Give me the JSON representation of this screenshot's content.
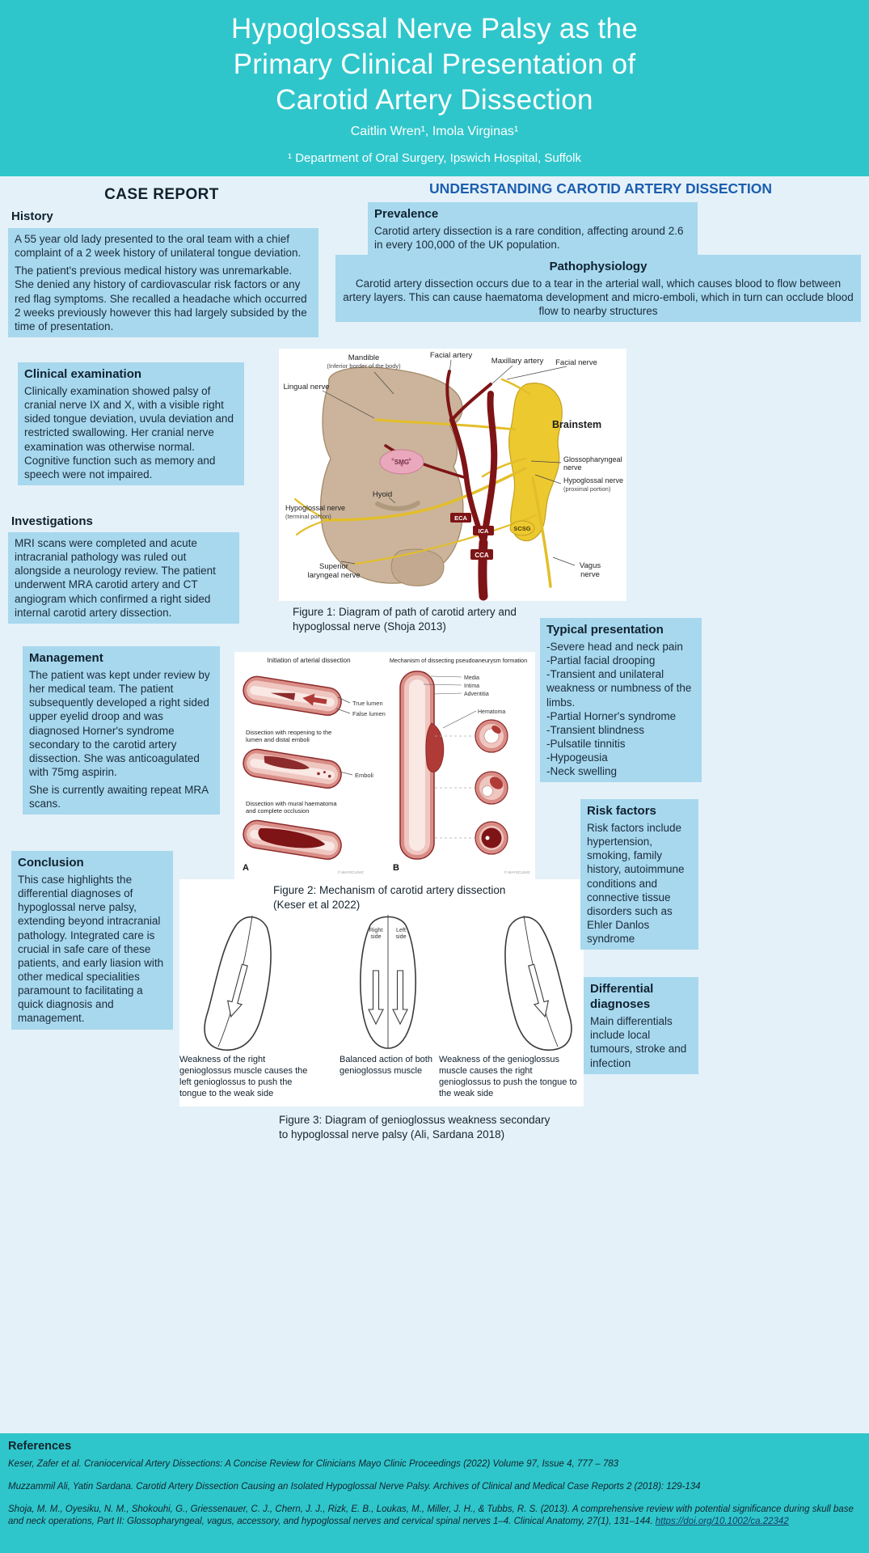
{
  "header": {
    "title_lines": [
      "Hypoglossal Nerve Palsy as the",
      "Primary Clinical Presentation of",
      "Carotid Artery Dissection"
    ],
    "authors": "Caitlin Wren¹, Imola Virginas¹",
    "affiliation": "¹ Department of Oral Surgery, Ipswich Hospital, Suffolk"
  },
  "left": {
    "section_title": "CASE REPORT",
    "history": {
      "heading": "History",
      "para1": "A 55 year old lady presented to the oral team with a chief complaint of a 2 week history of unilateral tongue deviation.",
      "para2": "The patient's previous medical history was unremarkable. She denied any history of cardiovascular risk factors or any red flag symptoms. She recalled a headache which occurred 2 weeks previously however this had largely subsided by the time of presentation."
    },
    "clinical": {
      "heading": "Clinical examination",
      "body": "Clinically examination showed palsy of cranial nerve IX and X, with a visible right sided tongue deviation, uvula deviation and restricted swallowing. Her cranial nerve examination was otherwise normal. Cognitive function such as memory and speech were not impaired."
    },
    "investigations": {
      "heading": "Investigations",
      "body": "MRI scans were completed and acute intracranial pathology was ruled out alongside a neurology review. The patient underwent MRA carotid artery and CT angiogram which confirmed a right sided internal carotid artery dissection."
    },
    "management": {
      "heading": "Management",
      "para1": "The patient was kept under review by her medical team. The patient subsequently developed a right sided upper eyelid droop and was diagnosed Horner's syndrome secondary to the carotid artery dissection. She was anticoagulated with 75mg aspirin.",
      "para2": "She is currently awaiting repeat MRA scans."
    },
    "conclusion": {
      "heading": "Conclusion",
      "body": "This case highlights the differential diagnoses of hypoglossal nerve palsy, extending beyond intracranial pathology. Integrated care is crucial in safe care of these patients, and early liasion with other medical specialities paramount to facilitating a quick diagnosis and management."
    }
  },
  "right": {
    "section_title": "UNDERSTANDING CAROTID ARTERY DISSECTION",
    "prevalence": {
      "heading": "Prevalence",
      "body": "Carotid artery dissection is a rare condition, affecting around 2.6 in every 100,000 of the UK population."
    },
    "pathophysiology": {
      "heading": "Pathophysiology",
      "body": "Carotid artery dissection occurs due to a tear in the arterial wall, which causes blood to flow between artery layers. This can cause haematoma development and micro-emboli, which in turn can occlude blood flow to nearby structures"
    },
    "typical": {
      "heading": "Typical presentation",
      "items": [
        "-Severe head and neck pain",
        "-Partial facial drooping",
        "-Transient and unilateral weakness or numbness of the limbs.",
        "-Partial Horner's syndrome",
        "-Transient blindness",
        "-Pulsatile tinnitis",
        "-Hypogeusia",
        "-Neck swelling"
      ]
    },
    "risk": {
      "heading": "Risk factors",
      "body": "Risk factors include hypertension, smoking, family history, autoimmune conditions and connective tissue disorders such as Ehler Danlos syndrome"
    },
    "differential": {
      "heading": "Differential diagnoses",
      "body": "Main differentials include local tumours, stroke and infection"
    }
  },
  "fig1": {
    "caption": "Figure 1: Diagram of path of carotid artery and hypoglossal nerve (Shoja 2013)",
    "labels": {
      "mandible": "Mandible",
      "mandible_sub": "(Inferior border of the body)",
      "facial_artery": "Facial artery",
      "maxillary_artery": "Maxillary artery",
      "facial_nerve": "Facial nerve",
      "lingual_nerve": "Lingual nerve",
      "brainstem": "Brainstem",
      "smg": "SMG",
      "glossopharyngeal_1": "Glossopharyngeal",
      "glossopharyngeal_2": "nerve",
      "hypoglossal_prox_1": "Hypoglossal nerve",
      "hypoglossal_prox_2": "(proximal portion)",
      "hyoid": "Hyoid",
      "eca": "ECA",
      "ica": "ICA",
      "scsg": "SCSG",
      "cca": "CCA",
      "hypoglossal_term_1": "Hypoglossal nerve",
      "hypoglossal_term_2": "(terminal portion)",
      "superior_laryngeal_1": "Superior",
      "superior_laryngeal_2": "laryngeal nerve",
      "vagus_1": "Vagus",
      "vagus_2": "nerve"
    }
  },
  "fig2": {
    "caption": "Figure 2: Mechanism of carotid artery dissection (Keser et al 2022)",
    "labels": {
      "left_title": "Initiation of arterial dissection",
      "right_title": "Mechanism of dissecting pseudoaneurysm formation",
      "true_lumen": "True lumen",
      "false_lumen": "False lumen",
      "reopening_1": "Dissection with reopening to the",
      "reopening_2": "lumen and distal emboli",
      "emboli": "Emboli",
      "mural_1": "Dissection with mural haematoma",
      "mural_2": "and complete occlusion",
      "media": "Media",
      "intima": "Intima",
      "adventitia": "Adventitia",
      "hematoma": "Hematoma",
      "panel_a": "A",
      "panel_b": "B",
      "credit": "© MAYOCLINIC"
    }
  },
  "fig3": {
    "caption": "Figure 3: Diagram of genioglossus weakness secondary to hypoglossal nerve palsy (Ali, Sardana 2018)",
    "right_side_1": "Right",
    "right_side_2": "side",
    "left_side_1": "Left",
    "left_side_2": "side",
    "caption1": "Weakness of the right genioglossus muscle causes the left genioglossus to push the tongue to the weak side",
    "caption2": "Balanced action of both genioglossus muscle",
    "caption3": "Weakness of the genioglossus muscle causes the right genioglossus to push the tongue to the weak side"
  },
  "references": {
    "heading": "References",
    "ref1": "Keser, Zafer et al. Craniocervical Artery Dissections: A Concise Review for Clinicians Mayo Clinic Proceedings (2022) Volume 97, Issue 4, 777 – 783",
    "ref2": "Muzzammil Ali, Yatin Sardana. Carotid Artery Dissection Causing an Isolated Hypoglossal Nerve Palsy. Archives of Clinical and Medical Case Reports 2 (2018): 129-134",
    "ref3_pre": "Shoja, M. M., Oyesiku, N. M., Shokouhi, G., Griessenauer, C. J., Chern, J. J., Rizk, E. B., Loukas, M., Miller, J. H., & Tubbs, R. S. (2013). A comprehensive review with potential significance during skull base and neck operations, Part II: Glossopharyngeal, vagus, accessory, and hypoglossal nerves and cervical spinal nerves 1–4. Clinical Anatomy, 27(1), 131–144. ",
    "ref3_link": "https://doi.org/10.1002/ca.22342"
  },
  "colors": {
    "header_teal": "#2FC6CB",
    "page_bg": "#E4F1F8",
    "box_blue": "#A7D8EE",
    "accent_blue": "#1C5EB0",
    "artery_red": "#7E1416",
    "nerve_yellow": "#EDC930"
  }
}
